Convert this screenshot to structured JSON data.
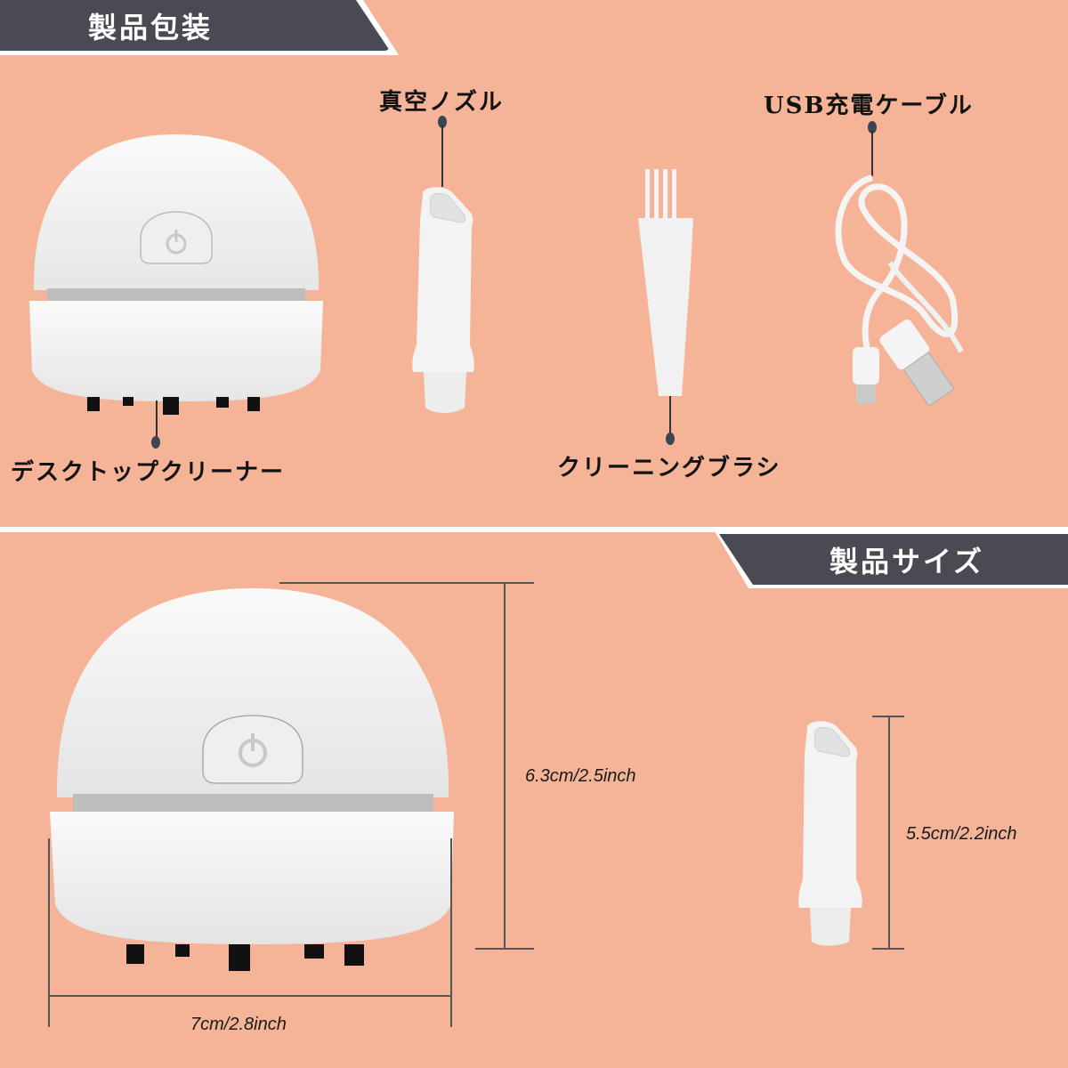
{
  "sections": {
    "package": {
      "title": "製品包装"
    },
    "size": {
      "title": "製品サイズ"
    }
  },
  "package_items": [
    {
      "label": "デスクトップクリーナー",
      "icon": "desktop-vacuum-cleaner"
    },
    {
      "label": "真空ノズル",
      "icon": "vacuum-nozzle"
    },
    {
      "label": "クリーニングブラシ",
      "icon": "cleaning-brush"
    },
    {
      "label": "USB充電ケーブル",
      "icon": "usb-charging-cable"
    }
  ],
  "dimensions": {
    "cleaner_height": "6.3cm/2.5inch",
    "cleaner_width": "7cm/2.8inch",
    "nozzle_height": "5.5cm/2.2inch"
  },
  "colors": {
    "background": "#f5b497",
    "banner": "#4a4b52",
    "product": "#f4f4f4"
  }
}
